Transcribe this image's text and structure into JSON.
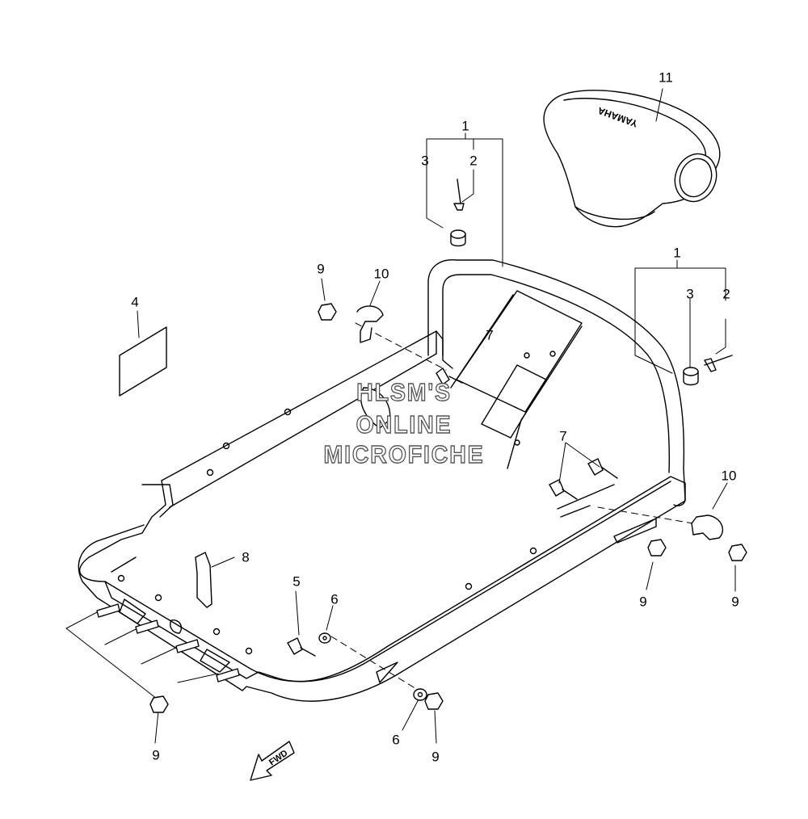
{
  "callouts": {
    "c11": "11",
    "c1_top": "1",
    "c3_top": "3",
    "c2_top": "2",
    "c1_right": "1",
    "c3_right": "3",
    "c2_right": "2",
    "c9_upper": "9",
    "c10_upper": "10",
    "c4": "4",
    "c7_upper": "7",
    "c7_lower": "7",
    "c10_right": "10",
    "c8": "8",
    "c5": "5",
    "c6_upper": "6",
    "c9_mid": "9",
    "c9_right": "9",
    "c9_left": "9",
    "c6_lower": "6",
    "c9_bottom": "9"
  },
  "badge_text": "YAMAHA",
  "fwd_label": "FWD",
  "watermark": {
    "line1": "HLSM'S",
    "line2": "ONLINE",
    "line3": "MICROFICHE"
  }
}
